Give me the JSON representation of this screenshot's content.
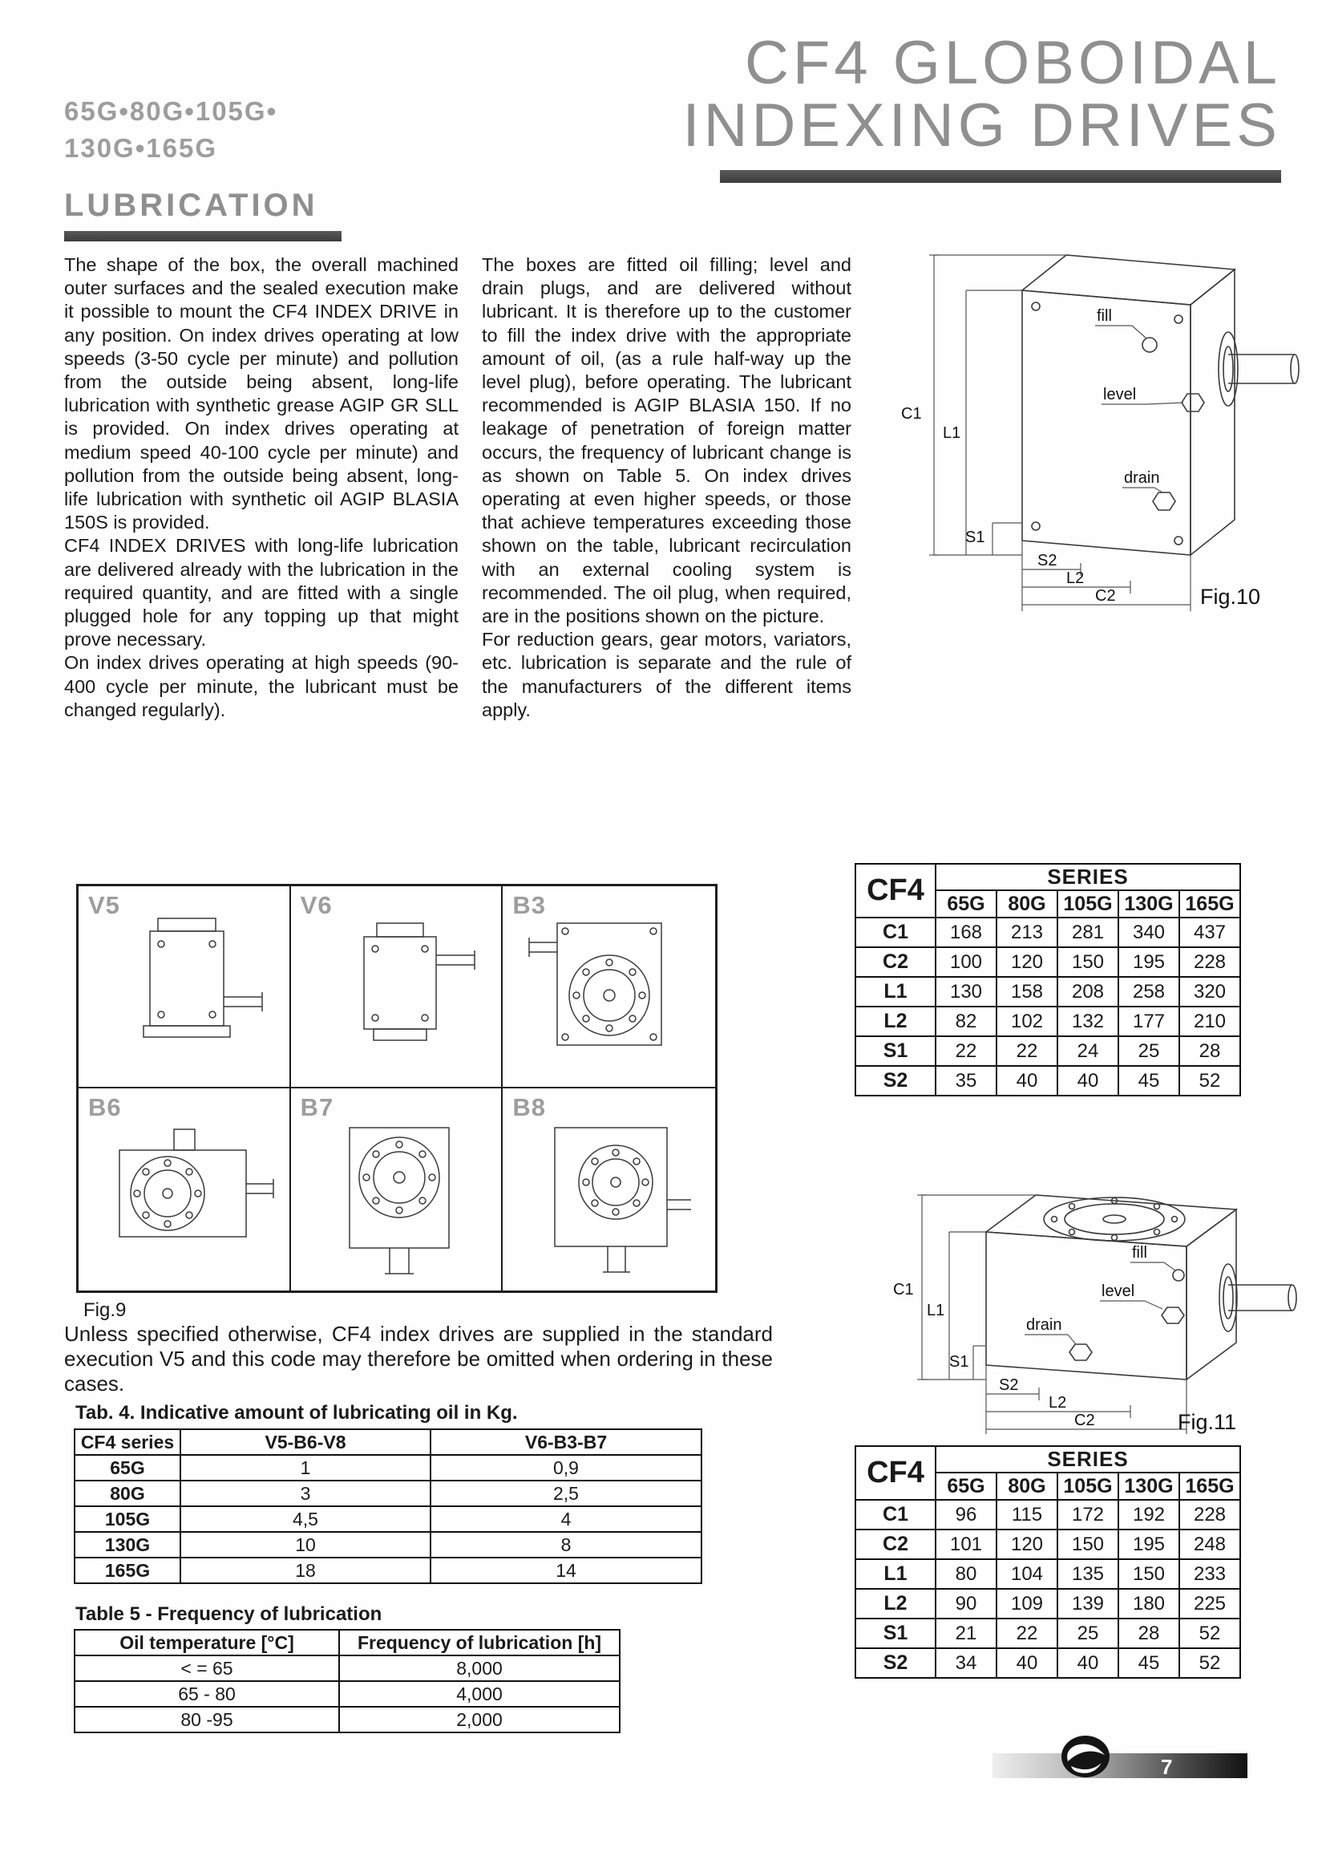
{
  "colors": {
    "heading_gray": "#8f8f8f",
    "bar_dark": "#454545",
    "border_black": "#101010"
  },
  "header": {
    "models_line1": "65G•80G•105G•",
    "models_line2": "130G•165G",
    "title_line1": "CF4 GLOBOIDAL",
    "title_line2": "INDEXING DRIVES"
  },
  "lubrication": {
    "heading": "LUBRICATION",
    "col1_p1": "The shape of the box, the overall machined outer surfaces and the sealed execution make it possible to mount the CF4 INDEX DRIVE in any position. On index drives operating at low speeds (3-50 cycle per minute) and pollution from the outside being absent, long-life lubrication with synthetic grease AGIP GR SLL is provided. On index drives operating at medium speed 40-100 cycle per minute) and pollution from the outside being absent, long-life lubrication with synthetic oil AGIP BLASIA 150S is provided.",
    "col1_p2": "CF4 INDEX DRIVES with long-life lubrication are delivered already with the lubrication in the required quantity, and are fitted with a single plugged hole for any topping up that might prove necessary.",
    "col1_p3": "On index drives operating at high speeds (90-400 cycle per minute, the lubricant must be changed regularly).",
    "col2_p1": "The boxes are fitted oil filling; level and drain plugs, and are delivered without lubricant. It is therefore up to the customer to fill the index drive with the appropriate amount of oil, (as a rule half-way up the level plug), before operating. The lubricant recommended is AGIP BLASIA 150. If no leakage of penetration of foreign matter occurs, the frequency of lubricant change is as shown on Table 5. On index drives operating at even higher speeds, or those that achieve temperatures exceeding those shown on the table, lubricant recirculation with an external cooling system is recommended. The oil plug, when required, are in the positions shown on the picture.",
    "col2_p2": "For reduction gears, gear motors, variators, etc. lubrication is separate and the rule of the manufacturers of the different items apply."
  },
  "fig10": {
    "caption": "Fig.10",
    "label_fill": "fill",
    "label_level": "level",
    "label_drain": "drain",
    "dim_c1": "C1",
    "dim_l1": "L1",
    "dim_s1": "S1",
    "dim_s2": "S2",
    "dim_l2": "L2",
    "dim_c2": "C2"
  },
  "fig11": {
    "caption": "Fig.11",
    "label_fill": "fill",
    "label_level": "level",
    "label_drain": "drain",
    "dim_c1": "C1",
    "dim_l1": "L1",
    "dim_s1": "S1",
    "dim_s2": "S2",
    "dim_l2": "L2",
    "dim_c2": "C2"
  },
  "fig9": {
    "caption": "Fig.9",
    "labels": [
      "V5",
      "V6",
      "B3",
      "B6",
      "B7",
      "B8"
    ]
  },
  "note": "Unless specified otherwise, CF4 index drives are supplied in the standard execution V5 and this code may therefore be omitted when ordering in these cases.",
  "table4": {
    "caption": "Tab. 4. Indicative amount of lubricating oil in Kg.",
    "headers": [
      "CF4 series",
      "V5-B6-V8",
      "V6-B3-B7"
    ],
    "rows": [
      [
        "65G",
        "1",
        "0,9"
      ],
      [
        "80G",
        "3",
        "2,5"
      ],
      [
        "105G",
        "4,5",
        "4"
      ],
      [
        "130G",
        "10",
        "8"
      ],
      [
        "165G",
        "18",
        "14"
      ]
    ]
  },
  "table5": {
    "caption": "Table 5 - Frequency of lubrication",
    "headers": [
      "Oil temperature [°C]",
      "Frequency of lubrication [h]"
    ],
    "rows": [
      [
        "< = 65",
        "8,000"
      ],
      [
        "65 - 80",
        "4,000"
      ],
      [
        "80 -95",
        "2,000"
      ]
    ]
  },
  "dim_table_top": {
    "corner": "CF4",
    "series": "SERIES",
    "columns": [
      "65G",
      "80G",
      "105G",
      "130G",
      "165G"
    ],
    "rows": [
      {
        "label": "C1",
        "values": [
          "168",
          "213",
          "281",
          "340",
          "437"
        ]
      },
      {
        "label": "C2",
        "values": [
          "100",
          "120",
          "150",
          "195",
          "228"
        ]
      },
      {
        "label": "L1",
        "values": [
          "130",
          "158",
          "208",
          "258",
          "320"
        ]
      },
      {
        "label": "L2",
        "values": [
          "82",
          "102",
          "132",
          "177",
          "210"
        ]
      },
      {
        "label": "S1",
        "values": [
          "22",
          "22",
          "24",
          "25",
          "28"
        ]
      },
      {
        "label": "S2",
        "values": [
          "35",
          "40",
          "40",
          "45",
          "52"
        ]
      }
    ]
  },
  "dim_table_bottom": {
    "corner": "CF4",
    "series": "SERIES",
    "columns": [
      "65G",
      "80G",
      "105G",
      "130G",
      "165G"
    ],
    "rows": [
      {
        "label": "C1",
        "values": [
          "96",
          "115",
          "172",
          "192",
          "228"
        ]
      },
      {
        "label": "C2",
        "values": [
          "101",
          "120",
          "150",
          "195",
          "248"
        ]
      },
      {
        "label": "L1",
        "values": [
          "80",
          "104",
          "135",
          "150",
          "233"
        ]
      },
      {
        "label": "L2",
        "values": [
          "90",
          "109",
          "139",
          "180",
          "225"
        ]
      },
      {
        "label": "S1",
        "values": [
          "21",
          "22",
          "25",
          "28",
          "52"
        ]
      },
      {
        "label": "S2",
        "values": [
          "34",
          "40",
          "40",
          "45",
          "52"
        ]
      }
    ]
  },
  "footer": {
    "page_number": "7"
  }
}
